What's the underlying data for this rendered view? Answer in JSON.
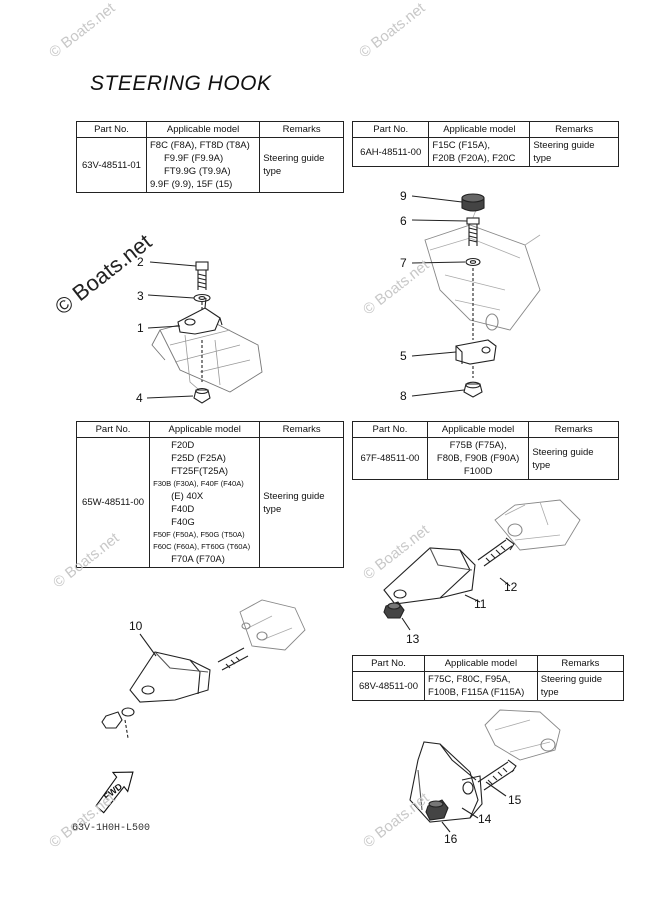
{
  "title": "STEERING HOOK",
  "watermark": "© Boats.net",
  "watermark_small": "© Boats.net",
  "headers": {
    "part_no": "Part No.",
    "applicable_model": "Applicable model",
    "remarks": "Remarks"
  },
  "tables": [
    {
      "part_no": "63V-48511-01",
      "models": [
        "F8C (F8A), FT8D (T8A)",
        "F9.9F (F9.9A)",
        "FT9.9G (T9.9A)",
        "9.9F (9.9), 15F (15)"
      ],
      "remarks": "Steering guide type"
    },
    {
      "part_no": "6AH-48511-00",
      "models": [
        "F15C (F15A),",
        "F20B (F20A), F20C"
      ],
      "remarks": "Steering guide type"
    },
    {
      "part_no": "65W-48511-00",
      "models": [
        "F20D",
        "F25D (F25A)",
        "FT25F(T25A)",
        "F30B (F30A), F40F (F40A)",
        "(E) 40X",
        "F40D",
        "F40G",
        "F50F (F50A), F50G (T50A)",
        "F60C (F60A), FT60G (T60A)",
        "F70A (F70A)"
      ],
      "remarks": "Steering guide type"
    },
    {
      "part_no": "67F-48511-00",
      "models": [
        "F75B (F75A),",
        "F80B, F90B (F90A)",
        "F100D"
      ],
      "remarks": "Steering guide type"
    },
    {
      "part_no": "68V-48511-00",
      "models": [
        "F75C, F80C, F95A,",
        "F100B, F115A (F115A)"
      ],
      "remarks": "Steering guide type"
    }
  ],
  "callouts": [
    "1",
    "2",
    "3",
    "4",
    "5",
    "6",
    "7",
    "8",
    "9",
    "10",
    "11",
    "12",
    "13",
    "14",
    "15",
    "16"
  ],
  "fwd_label": "FWD",
  "page_code": "63V-1H0H-L500"
}
